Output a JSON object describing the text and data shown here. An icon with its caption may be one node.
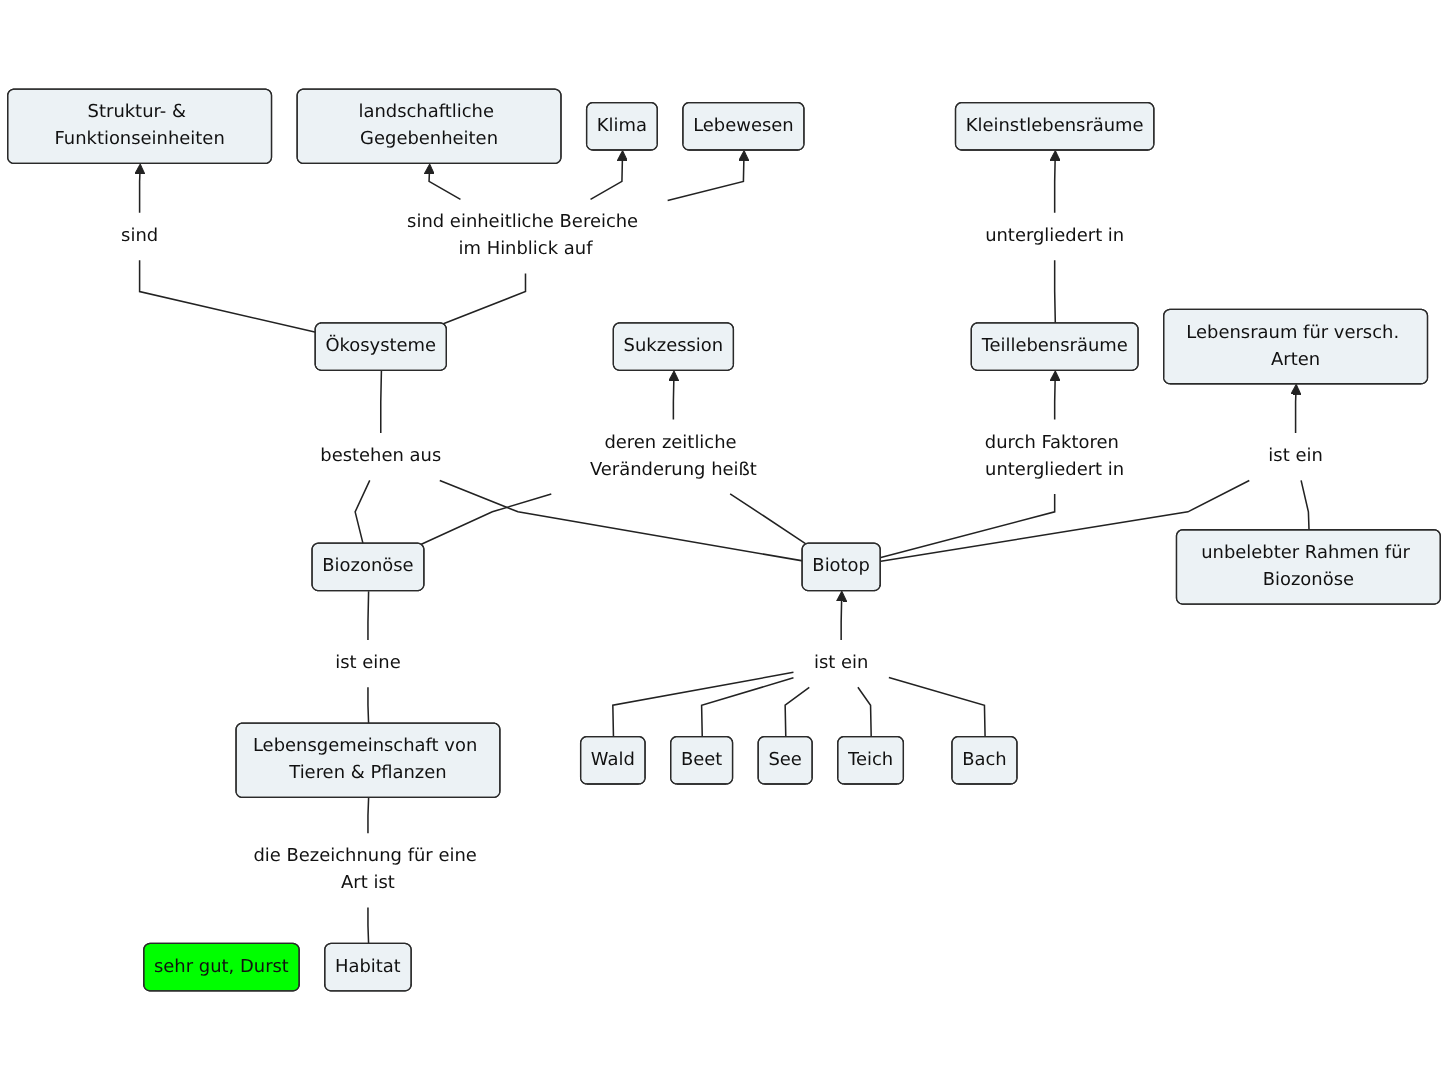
{
  "diagram": {
    "nodes": [
      {
        "text": [
          "sehr gut, Durst"
        ]
      },
      {
        "text": [
          "Struktur- & Funktionseinheiten"
        ]
      },
      {
        "text": [
          "landschaftliche Gegebenheiten"
        ]
      },
      {
        "text": [
          "Klima"
        ]
      },
      {
        "text": [
          "Kleinstlebensräume"
        ]
      },
      {
        "text": [
          "sind"
        ]
      },
      {
        "text": [
          "sind einheitliche Bereiche im Hinblick auf"
        ]
      },
      {
        "text": [
          "untergliedert in"
        ]
      },
      {
        "text": [
          "Lebewesen"
        ]
      },
      {
        "text": [
          "Sukzession"
        ]
      },
      {
        "text": [
          "Ökosysteme"
        ]
      },
      {
        "text": [
          "Teillebensräume"
        ]
      },
      {
        "text": [
          "deren zeitliche Veränderung heißt"
        ]
      },
      {
        "text": [
          "durch Faktoren untergliedert in"
        ]
      },
      {
        "text": [
          "bestehen aus"
        ]
      },
      {
        "text": [
          "Lebensraum für versch. Arten"
        ]
      },
      {
        "text": [
          "ist ein"
        ]
      },
      {
        "text": [
          "Biotop"
        ]
      },
      {
        "text": [
          "Biozonöse"
        ]
      },
      {
        "text": [
          "ist ein"
        ]
      },
      {
        "text": [
          "ist eine"
        ]
      },
      {
        "text": [
          "unbelebter Rahmen für Biozonöse"
        ]
      },
      {
        "text": [
          "Lebensgemeinschaft von Tieren & Pflanzen"
        ]
      },
      {
        "text": [
          "Wald"
        ]
      },
      {
        "text": [
          "Beet"
        ]
      },
      {
        "text": [
          "See"
        ]
      },
      {
        "text": [
          "Teich"
        ]
      },
      {
        "text": [
          "Bach"
        ]
      },
      {
        "text": [
          "die Bezeichnung für eine Art ist"
        ]
      },
      {
        "text": [
          "Habitat"
        ]
      }
    ],
    "edges": [
      {
        "from": 10,
        "to": 5,
        "arrow": "none"
      },
      {
        "from": 5,
        "to": 1,
        "arrow": "to"
      },
      {
        "from": 10,
        "to": 6,
        "arrow": "none"
      },
      {
        "from": 6,
        "to": 2,
        "arrow": "to"
      },
      {
        "from": 6,
        "to": 3,
        "arrow": "to"
      },
      {
        "from": 6,
        "to": 8,
        "arrow": "to"
      },
      {
        "from": 14,
        "to": 10,
        "arrow": "none"
      },
      {
        "from": 17,
        "to": 14,
        "arrow": "none"
      },
      {
        "from": 18,
        "to": 14,
        "arrow": "none"
      },
      {
        "from": 17,
        "to": 12,
        "arrow": "none"
      },
      {
        "from": 18,
        "to": 12,
        "arrow": "none"
      },
      {
        "from": 12,
        "to": 9,
        "arrow": "to"
      },
      {
        "from": 17,
        "to": 13,
        "arrow": "none"
      },
      {
        "from": 13,
        "to": 11,
        "arrow": "to"
      },
      {
        "from": 11,
        "to": 7,
        "arrow": "none"
      },
      {
        "from": 7,
        "to": 4,
        "arrow": "to"
      },
      {
        "from": 17,
        "to": 16,
        "arrow": "none"
      },
      {
        "from": 16,
        "to": 15,
        "arrow": "to"
      },
      {
        "from": 21,
        "to": 16,
        "arrow": "none"
      },
      {
        "from": 23,
        "to": 19,
        "arrow": "none"
      },
      {
        "from": 24,
        "to": 19,
        "arrow": "none"
      },
      {
        "from": 25,
        "to": 19,
        "arrow": "none"
      },
      {
        "from": 26,
        "to": 19,
        "arrow": "none"
      },
      {
        "from": 27,
        "to": 19,
        "arrow": "none"
      },
      {
        "from": 19,
        "to": 17,
        "arrow": "to"
      },
      {
        "from": 20,
        "to": 18,
        "arrow": "none"
      },
      {
        "from": 22,
        "to": 20,
        "arrow": "none"
      },
      {
        "from": 28,
        "to": 22,
        "arrow": "none"
      },
      {
        "from": 29,
        "to": 28,
        "arrow": "none"
      }
    ]
  }
}
